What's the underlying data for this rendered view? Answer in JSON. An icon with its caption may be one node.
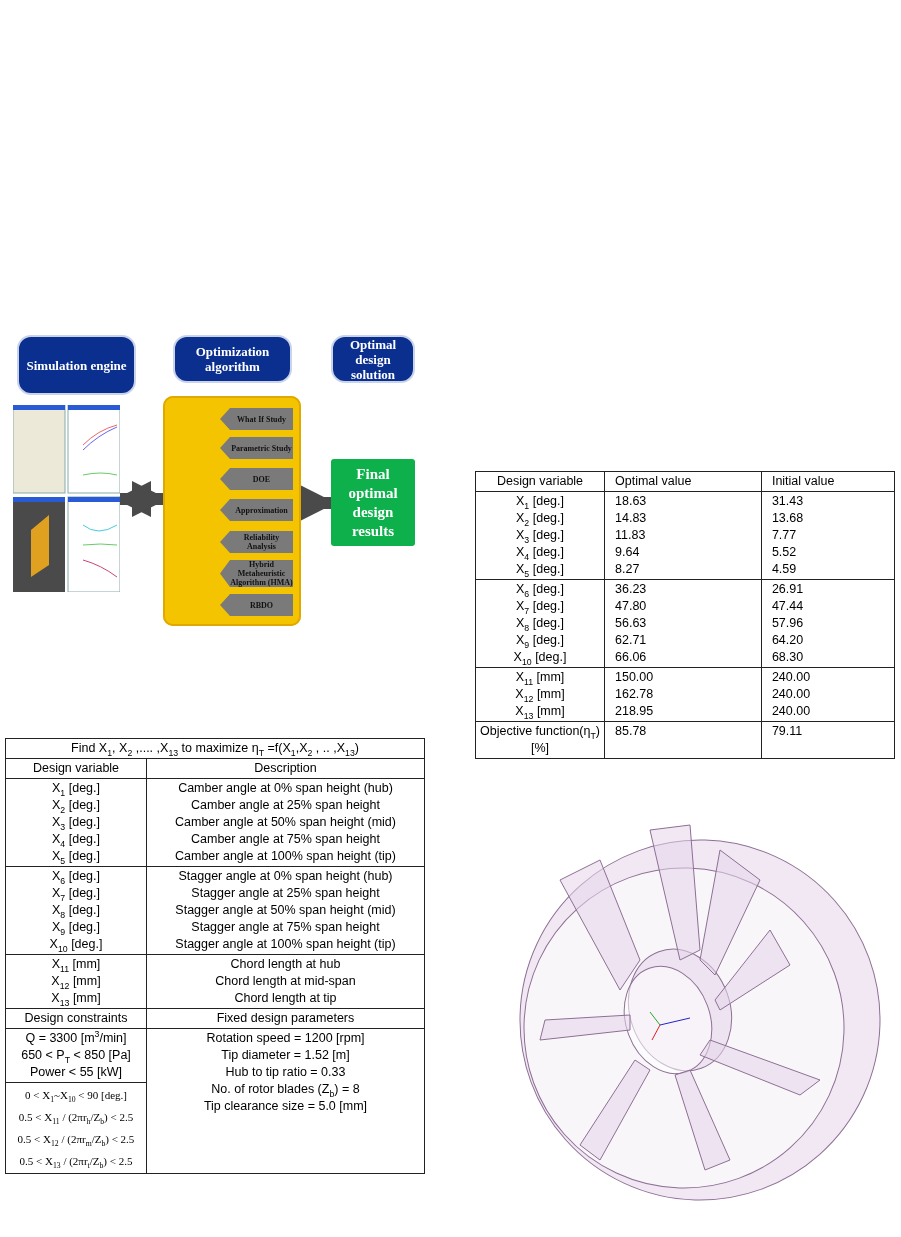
{
  "diagram": {
    "nodes": [
      {
        "text": [
          "Simulation engine"
        ]
      },
      {
        "text": [
          "Optimization algorithm"
        ]
      },
      {
        "text": [
          "Optimal design solution"
        ]
      },
      {
        "text": [],
        "shape": "picture"
      },
      {
        "text": [],
        "shape": "box"
      },
      {
        "text": [
          "What If Study"
        ],
        "in": 4
      },
      {
        "text": [
          "Parametric Study"
        ],
        "in": 4
      },
      {
        "text": [
          "DOE"
        ],
        "in": 4
      },
      {
        "text": [
          "Approximation"
        ],
        "in": 4
      },
      {
        "text": [
          "Reliability Analysis"
        ],
        "in": 4
      },
      {
        "text": [
          "Hybrid Metaheuristic Algorithm (HMA)"
        ],
        "in": 4
      },
      {
        "text": [
          "RBDO"
        ],
        "in": 4
      },
      {
        "text": [
          "Final optimal design results"
        ]
      }
    ],
    "edges": [
      {
        "from": 3,
        "to": 4,
        "arrow": "both"
      },
      {
        "from": 4,
        "to": 12,
        "arrow": "to"
      }
    ],
    "labels": [
      "Find X$_{1}$, X$_{2}$ ,.... ,X$_{13}$ to maximize η$_{T}$ =f(X$_{1}$,X$_{2}$ , .. ,X$_{13}$)",
      "Design variable",
      "Description",
      "X$_{1}$ [deg.]",
      "Camber angle at 0% span height (hub)",
      "X$_{2}$ [deg.]",
      "Camber angle at 25% span height",
      "X$_{3}$ [deg.]",
      "Camber angle at 50% span height (mid)",
      "X$_{4}$ [deg.]",
      "Camber angle at 75% span height",
      "X$_{5}$ [deg.]",
      "Camber angle at 100% span height (tip)",
      "X$_{6}$ [deg.]",
      "Stagger angle at 0% span height (hub)",
      "X$_{7}$ [deg.]",
      "Stagger angle at 25% span height",
      "X$_{8}$ [deg.]",
      "Stagger angle at 50% span height (mid)",
      "X$_{9}$ [deg.]",
      "Stagger angle at 75% span height",
      "X$_{10}$ [deg.]",
      "Stagger angle at 100% span height (tip)",
      "X$_{11}$ [mm]",
      "Chord length at hub",
      "X$_{12}$ [mm]",
      "Chord length at mid-span",
      "X$_{13}$ [mm]",
      "Chord length at tip",
      "Design constraints",
      "Fixed design parameters",
      "Q = 3300 [m$^{3}$/min]",
      "650 < P$_{T}$ < 850 [Pa]",
      "Power < 55 [kW]",
      "0 < X$_{1}$~X$_{10}$ < 90 [deg.]",
      "0.5 < X$_{11}$ / (2πr$_{h}$/Z$_{b}$) < 2.5",
      "0.5 < X$_{12}$ / (2πr$_{m}$/Z$_{b}$) < 2.5",
      "0.5 < X$_{13}$ / (2πr$_{t}$/Z$_{b}$) < 2.5",
      "Rotation speed = 1200 [rpm]",
      "Tip diameter = 1.52 [m]",
      "Hub to tip ratio = 0.33",
      "No. of rotor blades (Z$_{b}$) = 8",
      "Tip clearance size = 5.0 [mm]",
      "Design variable",
      "Optimal value",
      "Initial value",
      "X$_{1}$ [deg.]",
      "18.63",
      "31.43",
      "X$_{2}$ [deg.]",
      "14.83",
      "13.68",
      "X$_{3}$ [deg.]",
      "11.83",
      "7.77",
      "X$_{4}$ [deg.]",
      "9.64",
      "5.52",
      "X$_{5}$ [deg.]",
      "8.27",
      "4.59",
      "X$_{6}$ [deg.]",
      "36.23",
      "26.91",
      "X$_{7}$ [deg.]",
      "47.80",
      "47.44",
      "X$_{8}$ [deg.]",
      "56.63",
      "57.96",
      "X$_{9}$ [deg.]",
      "62.71",
      "64.20",
      "X$_{10}$ [deg.]",
      "66.06",
      "68.30",
      "X$_{11}$ [mm]",
      "150.00",
      "240.00",
      "X$_{12}$ [mm]",
      "162.78",
      "240.00",
      "X$_{13}$ [mm]",
      "218.95",
      "240.00",
      "Objective function(η$_{T}$) [%]",
      "85.78",
      "79.11"
    ]
  }
}
